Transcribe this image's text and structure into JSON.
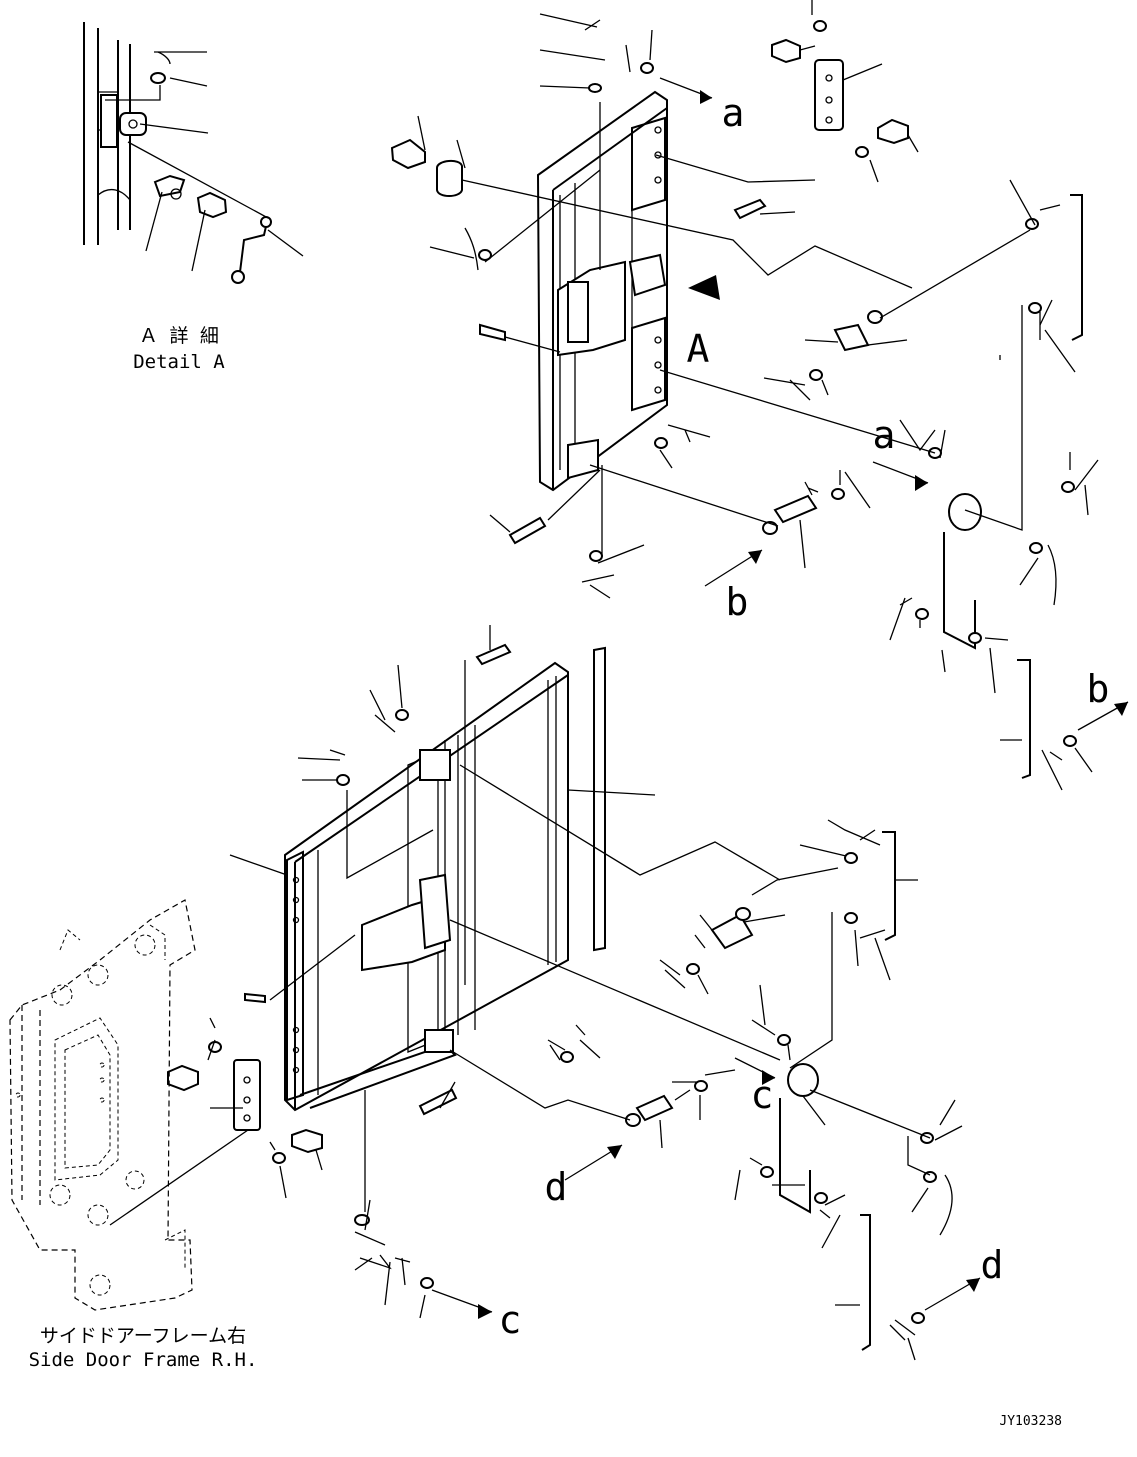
{
  "detail_a": {
    "title_jp": "Ａ 詳 細",
    "title_en": "Detail A"
  },
  "frame_label": {
    "jp": "サイドドアーフレーム右",
    "en": "Side Door Frame R.H."
  },
  "view_marker": "A",
  "references": {
    "a": "a",
    "b": "b",
    "c": "c",
    "d": "d"
  },
  "drawing_number": "JY103238"
}
